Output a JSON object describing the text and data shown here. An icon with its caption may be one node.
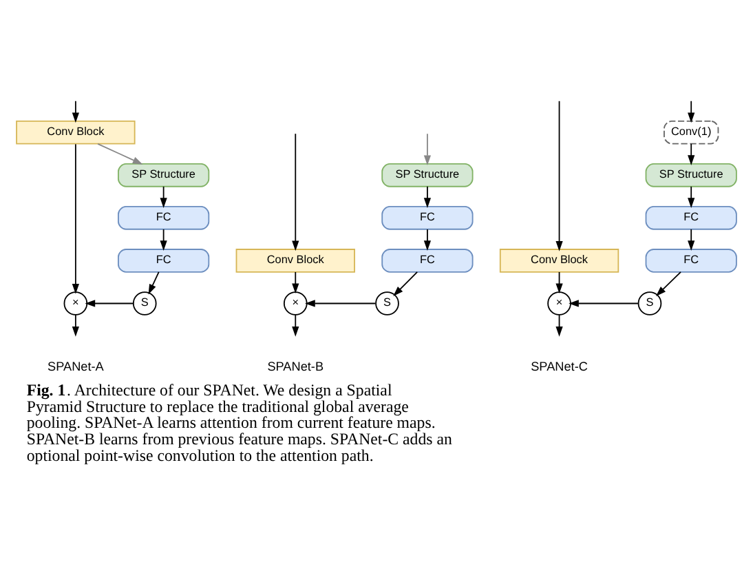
{
  "diagram": {
    "caption": "**Fig. 1**. Architecture of our SPANet. We design a Spatial Pyramid Structure to replace the traditional global average pooling. SPANet-A learns attention from current feature maps. SPANet-B learns from previous feature maps. SPANet-C adds an optional point-wise convolution to the attention path.",
    "nodes": [
      {
        "text": [
          "Conv Block"
        ]
      },
      {
        "text": [
          "SP Structure"
        ]
      },
      {
        "text": [
          "FC"
        ]
      },
      {
        "text": [
          "FC"
        ]
      },
      {
        "text": [
          "S"
        ]
      },
      {
        "text": [
          "×"
        ]
      },
      {
        "text": [
          "Conv Block"
        ]
      },
      {
        "text": [
          "SP Structure"
        ]
      },
      {
        "text": [
          "FC"
        ]
      },
      {
        "text": [
          "FC"
        ]
      },
      {
        "text": [
          "S"
        ]
      },
      {
        "text": [
          "×"
        ]
      },
      {
        "text": [
          "Conv Block"
        ]
      },
      {
        "text": [
          "Conv(1)"
        ]
      },
      {
        "text": [
          "SP Structure"
        ]
      },
      {
        "text": [
          "FC"
        ]
      },
      {
        "text": [
          "FC"
        ]
      },
      {
        "text": [
          "S"
        ]
      },
      {
        "text": [
          "×"
        ]
      }
    ],
    "edges": [
      {
        "from": null,
        "to": 0,
        "arrow": "to"
      },
      {
        "from": 0,
        "to": 5,
        "arrow": "to"
      },
      {
        "from": 0,
        "to": 1,
        "arrow": "to",
        "color": "#888888"
      },
      {
        "from": 1,
        "to": 2,
        "arrow": "to"
      },
      {
        "from": 2,
        "to": 3,
        "arrow": "to"
      },
      {
        "from": 3,
        "to": 4,
        "arrow": "to"
      },
      {
        "from": 4,
        "to": 5,
        "arrow": "to"
      },
      {
        "from": 5,
        "to": null,
        "arrow": "to"
      },
      {
        "from": null,
        "to": 6,
        "arrow": "to"
      },
      {
        "from": null,
        "to": 7,
        "arrow": "to",
        "color": "#888888"
      },
      {
        "from": 6,
        "to": 11,
        "arrow": "to"
      },
      {
        "from": 7,
        "to": 8,
        "arrow": "to"
      },
      {
        "from": 8,
        "to": 9,
        "arrow": "to"
      },
      {
        "from": 9,
        "to": 10,
        "arrow": "to"
      },
      {
        "from": 10,
        "to": 11,
        "arrow": "to"
      },
      {
        "from": 11,
        "to": null,
        "arrow": "to"
      },
      {
        "from": null,
        "to": 12,
        "arrow": "to"
      },
      {
        "from": null,
        "to": 13,
        "arrow": "to"
      },
      {
        "from": 12,
        "to": 18,
        "arrow": "to"
      },
      {
        "from": 13,
        "to": 14,
        "arrow": "to"
      },
      {
        "from": 14,
        "to": 15,
        "arrow": "to"
      },
      {
        "from": 15,
        "to": 16,
        "arrow": "to"
      },
      {
        "from": 16,
        "to": 17,
        "arrow": "to"
      },
      {
        "from": 17,
        "to": 18,
        "arrow": "to"
      },
      {
        "from": 18,
        "to": null,
        "arrow": "to"
      }
    ],
    "labels": [
      "SPANet-A",
      "SPANet-B",
      "SPANet-C"
    ]
  }
}
